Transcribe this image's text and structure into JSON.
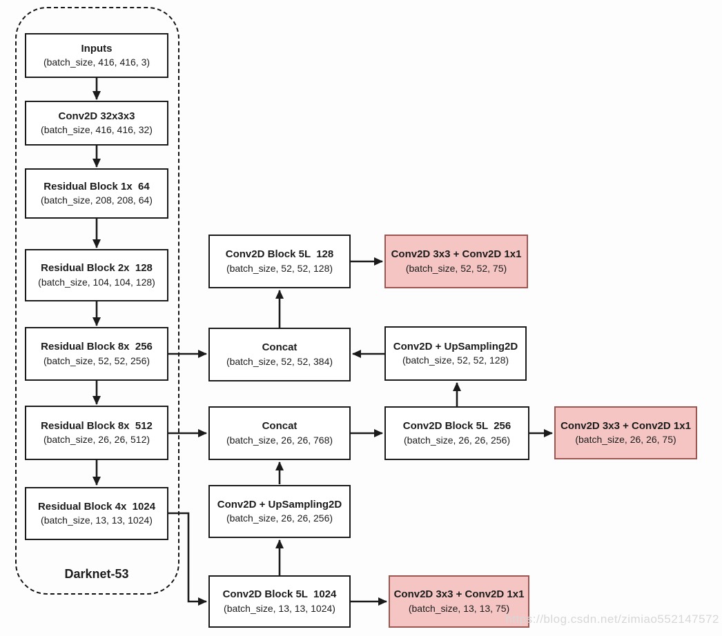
{
  "diagram": {
    "group_label": "Darknet-53",
    "watermark": "https://blog.csdn.net/zimiao552147572",
    "colors": {
      "node-fill": "#ffffff",
      "node-border": "#1a1a1a",
      "head-fill": "#f4c5c2",
      "head-border": "#9e5450",
      "arrow": "#1a1a1a",
      "watermark": "#d7d7d7"
    },
    "nodes": {
      "inputs": {
        "title": "Inputs",
        "shape": "(batch_size, 416, 416, 3)"
      },
      "conv32": {
        "title": "Conv2D 32x3x3",
        "shape": "(batch_size, 416, 416, 32)"
      },
      "res1_64": {
        "title": "Residual Block 1x  64",
        "shape": "(batch_size, 208, 208, 64)"
      },
      "res2_128": {
        "title": "Residual Block 2x  128",
        "shape": "(batch_size, 104, 104, 128)"
      },
      "res8_256": {
        "title": "Residual Block 8x  256",
        "shape": "(batch_size, 52, 52, 256)"
      },
      "res8_512": {
        "title": "Residual Block 8x  512",
        "shape": "(batch_size, 26, 26, 512)"
      },
      "res4_1024": {
        "title": "Residual Block 4x  1024",
        "shape": "(batch_size, 13, 13, 1024)"
      },
      "block5l_128": {
        "title": "Conv2D Block 5L  128",
        "shape": "(batch_size, 52, 52, 128)"
      },
      "concat_52": {
        "title": "Concat",
        "shape": "(batch_size, 52, 52, 384)"
      },
      "concat_26": {
        "title": "Concat",
        "shape": "(batch_size, 26, 26, 768)"
      },
      "ups_26": {
        "title": "Conv2D + UpSampling2D",
        "shape": "(batch_size, 26, 26, 256)"
      },
      "block5l_1024": {
        "title": "Conv2D Block 5L  1024",
        "shape": "(batch_size, 13, 13, 1024)"
      },
      "ups_52": {
        "title": "Conv2D + UpSampling2D",
        "shape": "(batch_size, 52, 52, 128)"
      },
      "block5l_256": {
        "title": "Conv2D Block 5L  256",
        "shape": "(batch_size, 26, 26, 256)"
      },
      "head_52": {
        "title": "Conv2D 3x3 + Conv2D 1x1",
        "shape": "(batch_size, 52, 52, 75)"
      },
      "head_26": {
        "title": "Conv2D 3x3 + Conv2D 1x1",
        "shape": "(batch_size, 26, 26, 75)"
      },
      "head_13": {
        "title": "Conv2D 3x3 + Conv2D 1x1",
        "shape": "(batch_size, 13, 13, 75)"
      }
    }
  }
}
